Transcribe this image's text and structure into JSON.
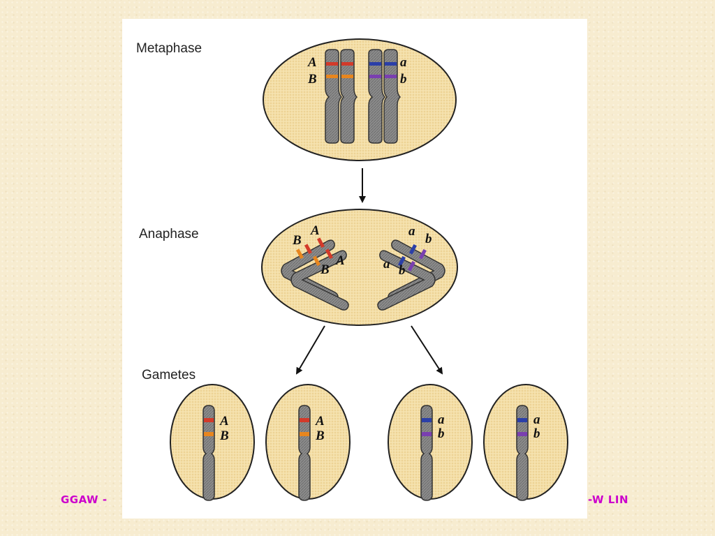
{
  "footer": {
    "left_text": "GGAW -",
    "right_text": "-W LIN"
  },
  "stages": {
    "metaphase": "Metaphase",
    "anaphase": "Anaphase",
    "gametes": "Gametes"
  },
  "alleles": {
    "dominant_1": "A",
    "dominant_2": "B",
    "recessive_1": "a",
    "recessive_2": "b"
  },
  "colors": {
    "cell_fill": "#f4dfa8",
    "chromosome": "#8a8a8a",
    "band_red": "#d33a2a",
    "band_orange": "#e8861e",
    "band_blue": "#2b3fa8",
    "band_purple": "#7a3fb0",
    "footer_text": "#cc00cc"
  }
}
